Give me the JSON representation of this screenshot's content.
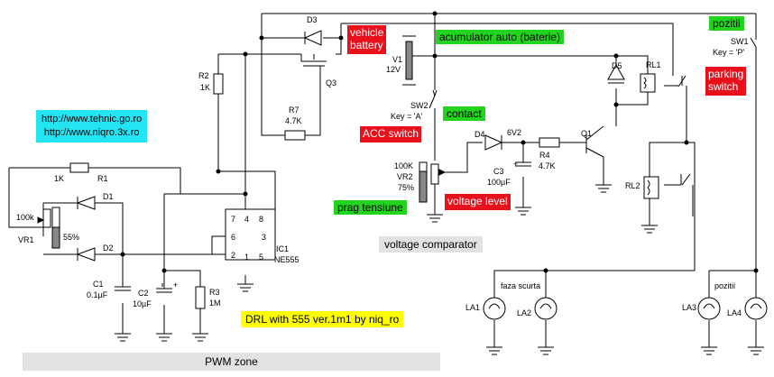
{
  "labels": {
    "vehicle_battery": "vehicle\nbattery",
    "accu": "acumulator auto (baterie)",
    "pozitii_top": "pozitii",
    "parking": "parking\nswitch",
    "contact": "contact",
    "acc": "ACC switch",
    "url1": "http://www.tehnic.go.ro",
    "url2": "http://www.niqro.3x.ro",
    "prag": "prag tensiune",
    "voltage_level": "voltage level",
    "comparator": "voltage comparator",
    "drl": "DRL with 555 ver.1m1 by niq_ro",
    "pwm": "PWM zone",
    "faza": "faza scurta",
    "pozitii_bottom": "pozitii"
  },
  "components": {
    "d3": "D3",
    "r2": "R2",
    "r2v": "1K",
    "r7": "R7",
    "r7v": "4.7K",
    "q3": "Q3",
    "v1": "V1",
    "v1v": "12V",
    "sw2": "SW2",
    "sw2k": "Key = 'A'",
    "d5": "D5",
    "rl1": "RL1",
    "sw1": "SW1",
    "sw1k": "Key = 'P'",
    "d4": "D4",
    "d4v": "6V2",
    "r4": "R4",
    "r4v": "4.7K",
    "q1": "Q1",
    "c3": "C3",
    "c3v": "100µF",
    "vr2a": "100K",
    "vr2": "VR2",
    "vr2p": "75%",
    "rl2": "RL2",
    "r1v": "1K",
    "r1": "R1",
    "d1": "D1",
    "d2": "D2",
    "vr1v": "100k",
    "vr1": "VR1",
    "vr1p": "55%",
    "ic1": "IC1",
    "ic1t": "NE555",
    "c1": "C1",
    "c1v": "0.1µF",
    "c2": "C2",
    "c2v": "10µF",
    "r3": "R3",
    "r3v": "1M",
    "la1": "LA1",
    "la2": "LA2",
    "la3": "LA3",
    "la4": "LA4",
    "pins": [
      "7",
      "4",
      "8",
      "6",
      "3",
      "2",
      "1",
      "5"
    ],
    "plus_c3": "+",
    "plus_c2": "+"
  },
  "colors": {
    "red": "#e8101a",
    "green": "#22d41e",
    "cyan": "#22e4f2",
    "yellow": "#ffff00",
    "grey": "#e2e2e2",
    "slider": "#888888"
  }
}
